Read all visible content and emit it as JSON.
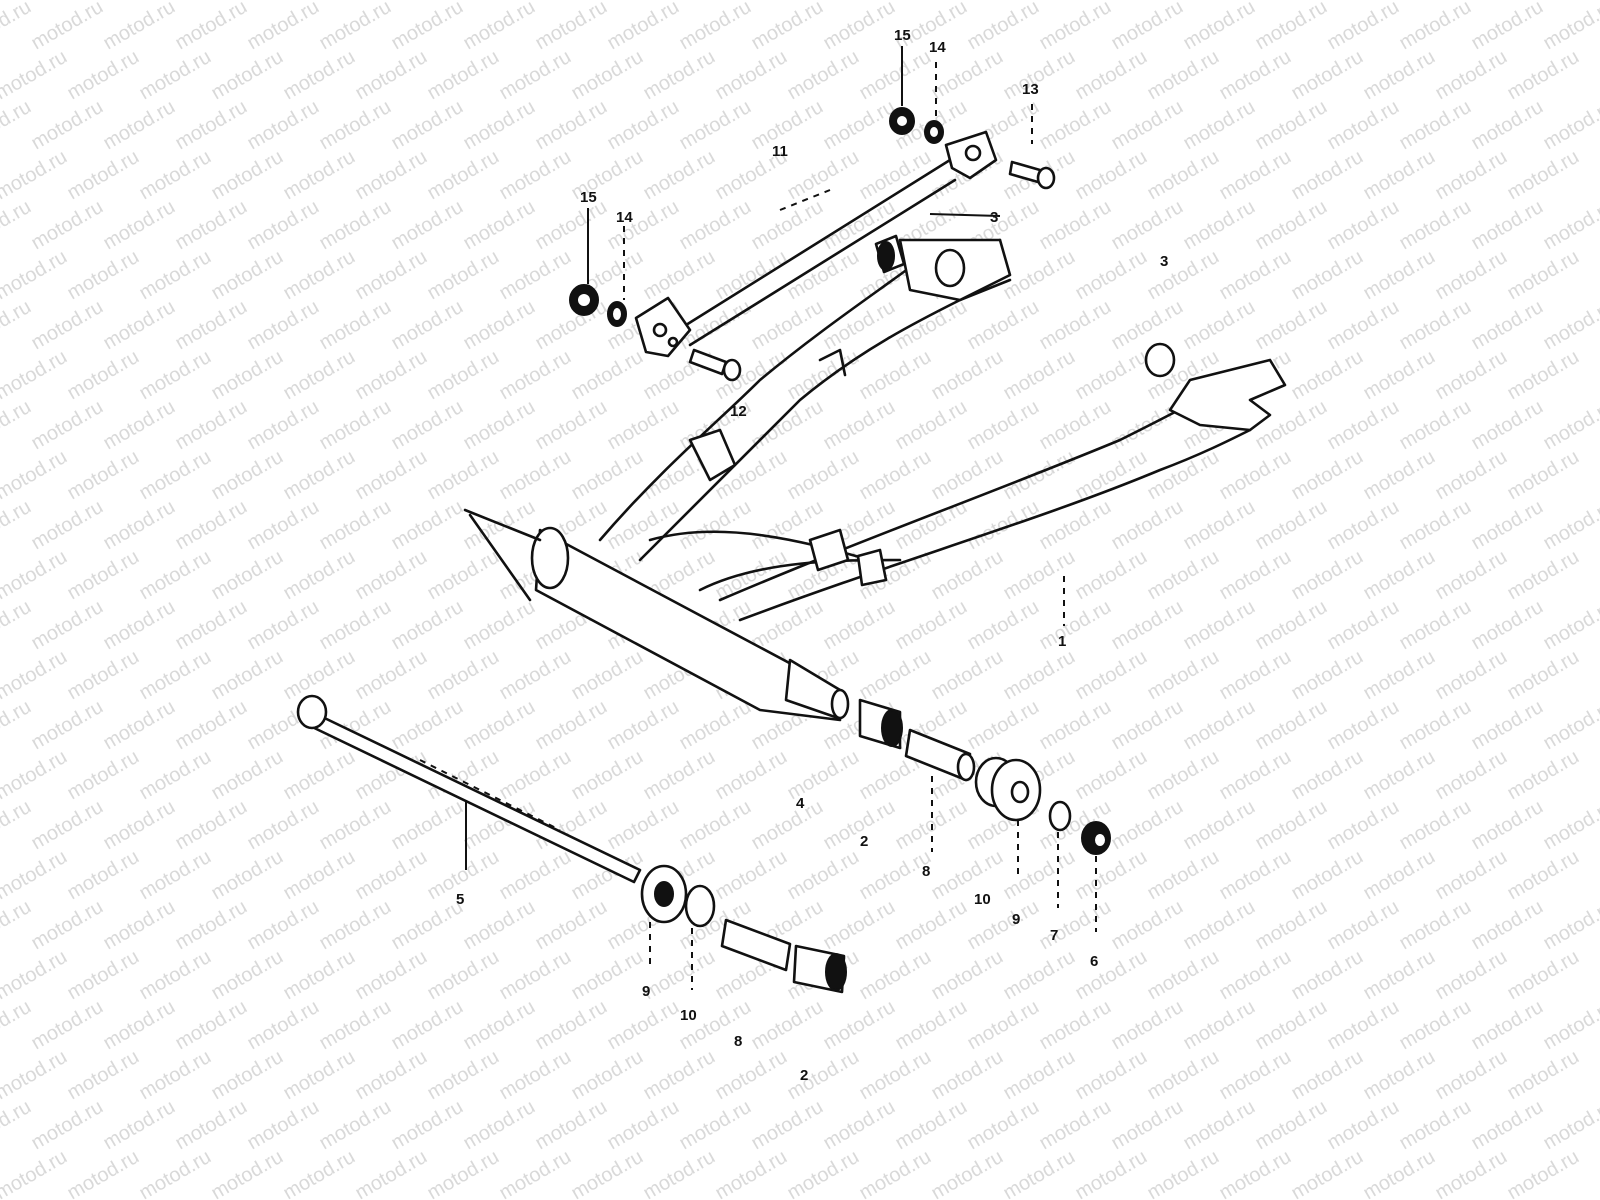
{
  "watermark": {
    "text": "motod.ru",
    "color": "#d9d9d9"
  },
  "callouts": {
    "c15a": "15",
    "c14a": "14",
    "c13": "13",
    "c11": "11",
    "c3a": "3",
    "c3b": "3",
    "c15b": "15",
    "c14b": "14",
    "c12": "12",
    "c1": "1",
    "c4": "4",
    "c2a": "2",
    "c8a": "8",
    "c10a": "10",
    "c9a": "9",
    "c7": "7",
    "c6": "6",
    "c5": "5",
    "c9b": "9",
    "c10b": "10",
    "c8b": "8",
    "c2b": "2"
  }
}
